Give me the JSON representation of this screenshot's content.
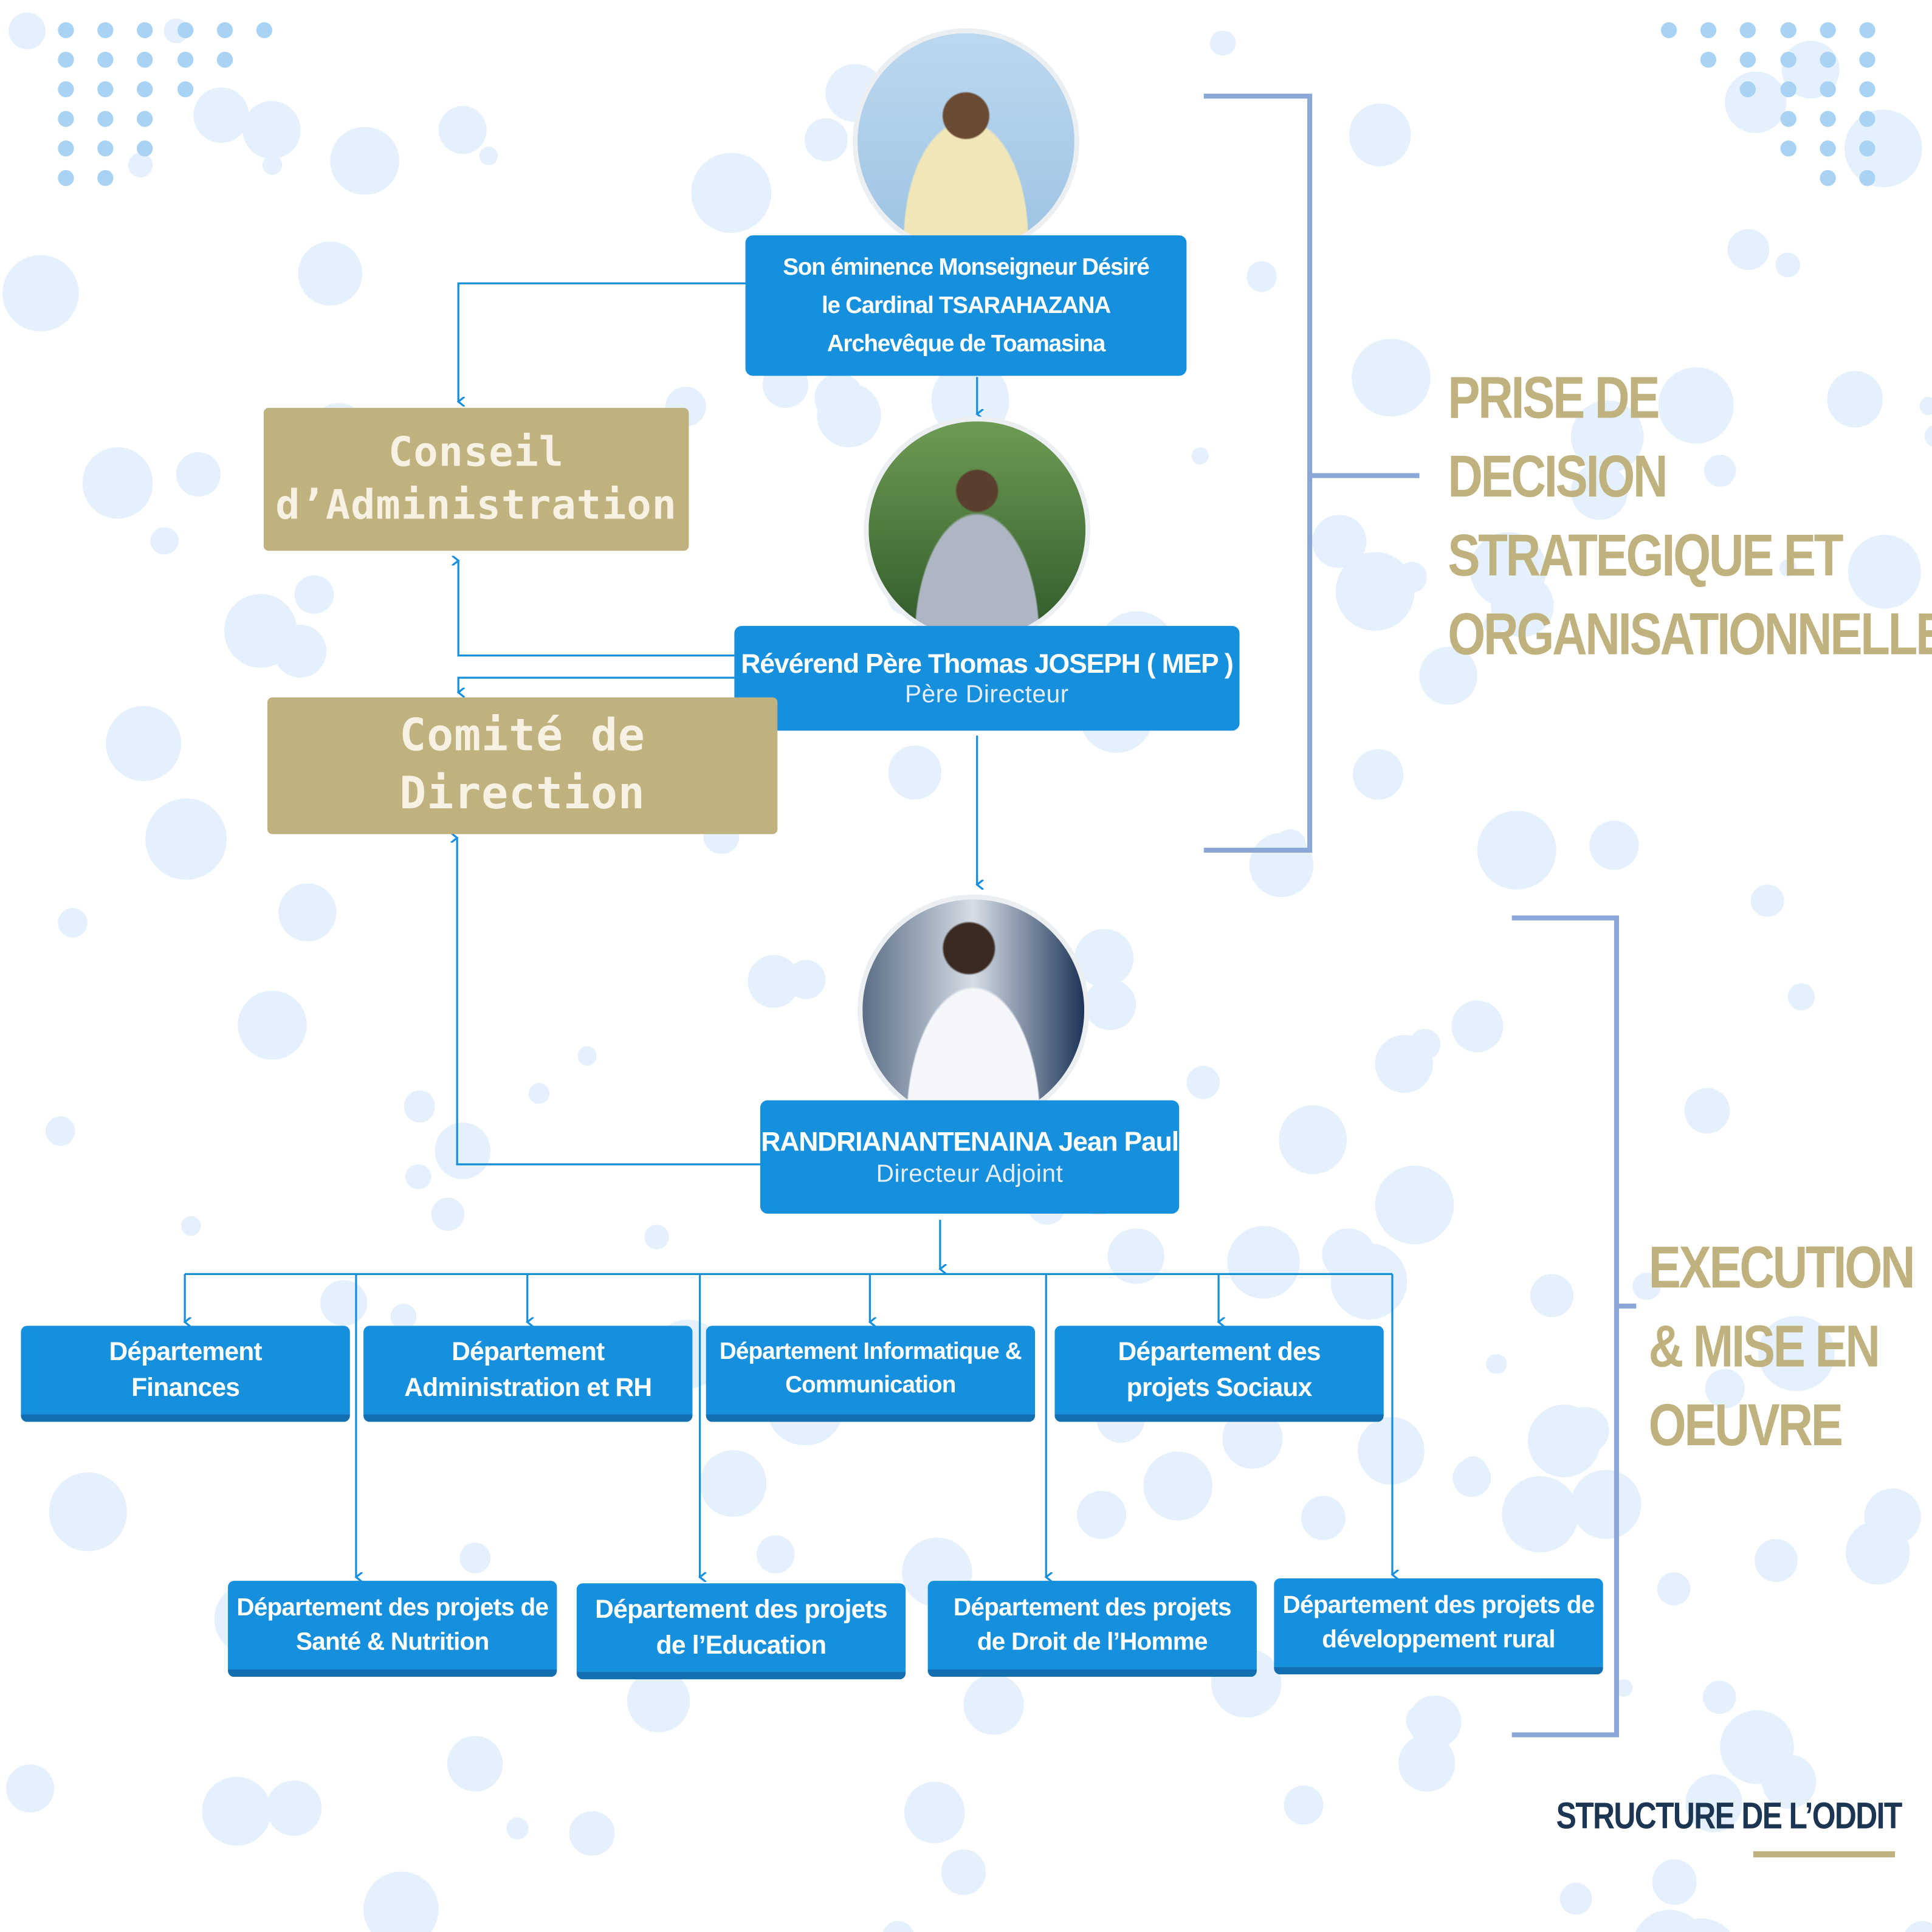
{
  "top": {
    "cardinal": "Son éminence Monseigneur Désiré le Cardinal TSARAHAZANA Archevêque de Toamasina",
    "director_name": "Révérend Père Thomas JOSEPH ( MEP )",
    "director_role": "Père Directeur",
    "deputy_name": "RANDRIANANTENAINA Jean Paul",
    "deputy_role": "Directeur Adjoint"
  },
  "councils": {
    "conseil": "Conseil d’Administration",
    "comite": "Comité de Direction"
  },
  "departments_row1": [
    "Département Finances",
    "Département Administration et RH",
    "Département Informatique & Communication",
    "Département des projets Sociaux"
  ],
  "departments_row2": [
    "Département des projets de Santé & Nutrition",
    "Département des projets de l’Education",
    "Département des projets de Droit de l’Homme",
    "Département des projets de développement rural"
  ],
  "brackets": {
    "strategic": "PRISE DE DECISION STRATEGIQUE ET ORGANISATIONNELLE",
    "execution": "EXECUTION & MISE EN OEUVRE"
  },
  "footer_title": "STRUCTURE DE L’ODDIT",
  "colors": {
    "box_blue": "#168fdd",
    "tan": "#bfb27f",
    "bracket": "#8aa7d8",
    "navy": "#1b3553"
  }
}
